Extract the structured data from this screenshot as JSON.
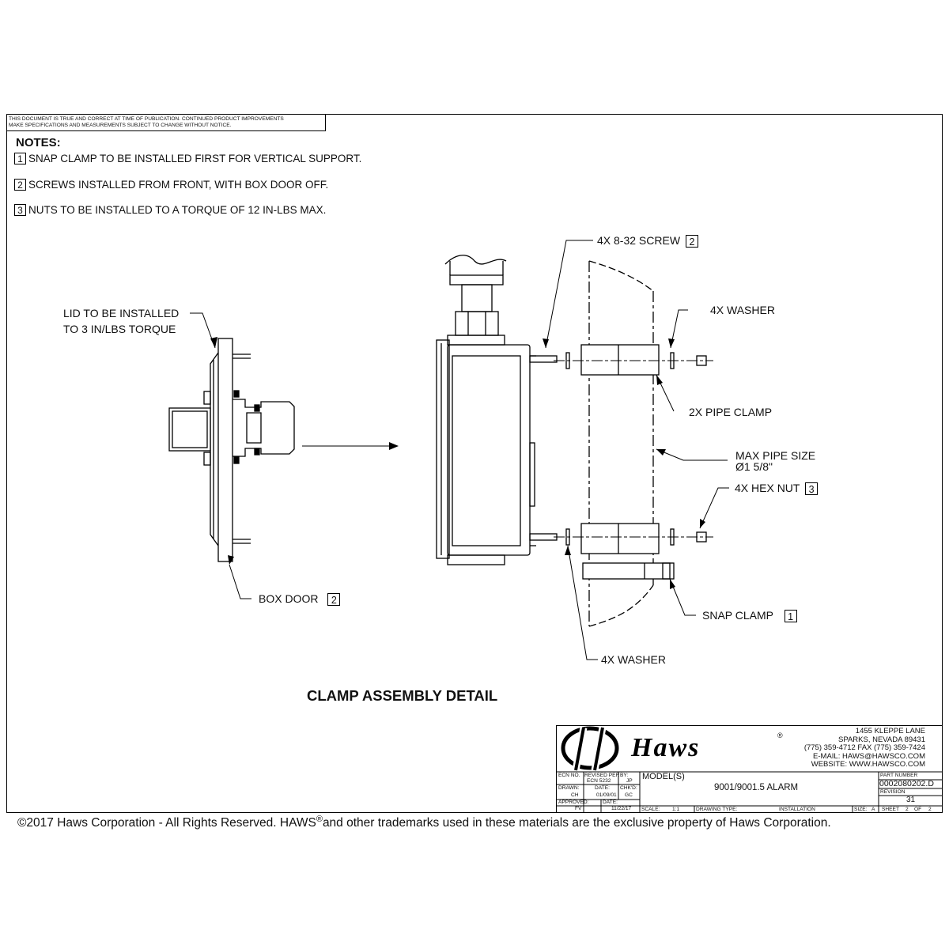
{
  "disclaimer": "THIS DOCUMENT IS TRUE AND CORRECT AT TIME OF PUBLICATION. CONTINUED PRODUCT IMPROVEMENTS\nMAKE SPECIFICATIONS AND MEASUREMENTS SUBJECT TO CHANGE WITHOUT NOTICE.",
  "notes": {
    "title": "NOTES:",
    "items": [
      {
        "num": "1",
        "text": "SNAP CLAMP TO BE INSTALLED FIRST FOR VERTICAL SUPPORT."
      },
      {
        "num": "2",
        "text": "SCREWS INSTALLED FROM FRONT, WITH BOX DOOR OFF."
      },
      {
        "num": "3",
        "text": "NUTS TO BE INSTALLED TO A TORQUE OF 12 IN-LBS MAX."
      }
    ]
  },
  "callouts": {
    "lid_line1": "LID TO BE INSTALLED",
    "lid_line2": "TO 3 IN/LBS TORQUE",
    "box_door": "BOX DOOR",
    "box_door_ref": "2",
    "screw": "4X 8-32 SCREW",
    "screw_ref": "2",
    "washer_top": "4X WASHER",
    "pipe_clamp": "2X PIPE CLAMP",
    "max_pipe_line1": "MAX PIPE SIZE",
    "max_pipe_line2": "Ø1 5/8\"",
    "hex_nut": "4X HEX NUT",
    "hex_nut_ref": "3",
    "snap_clamp": "SNAP CLAMP",
    "snap_clamp_ref": "1",
    "washer_bottom": "4X WASHER"
  },
  "heading": "CLAMP ASSEMBLY DETAIL",
  "title_block": {
    "brand": "Haws",
    "registered": "®",
    "address": [
      "1455 KLEPPE LANE",
      "SPARKS, NEVADA 89431",
      "(775) 359-4712 FAX (775) 359-7424",
      "E-MAIL: HAWS@HAWSCO.COM",
      "WEBSITE: WWW.HAWSCO.COM"
    ],
    "ecn_no_label": "ECN NO.",
    "revised_per_label": "REVISED PER",
    "revised_per_value": "ECN 5232",
    "by_label": "BY:",
    "by_value": "JP",
    "drawn_label": "DRAWN:",
    "drawn_value": "CH",
    "date_label": "DATE:",
    "date_drawn": "01/09/01",
    "chkd_label": "CHK'D:",
    "chkd_value": "GC",
    "approved_label": "APPROVED:",
    "approved_value": "FV",
    "date2_label": "DATE:",
    "date_approved": "11/22/17",
    "models_label": "MODEL(S)",
    "models_value": "9001/9001.5 ALARM",
    "part_number_label": "PART NUMBER",
    "part_number_value": "0002080202.D",
    "revision_label": "REVISION",
    "revision_value": "31",
    "scale_label": "SCALE:",
    "scale_value": "1:1",
    "drawing_type_label": "DRAWING TYPE:",
    "drawing_type_value": "INSTALLATION",
    "size_label": "SIZE:",
    "size_value": "A",
    "sheet_label": "SHEET",
    "sheet_value": "2",
    "of_label": "OF",
    "of_value": "2"
  },
  "copyright": {
    "part1": "©2017 Haws Corporation - All Rights Reserved.  HAWS",
    "mark": "®",
    "part2": "and other trademarks used in these materials are the exclusive property of Haws Corporation."
  }
}
